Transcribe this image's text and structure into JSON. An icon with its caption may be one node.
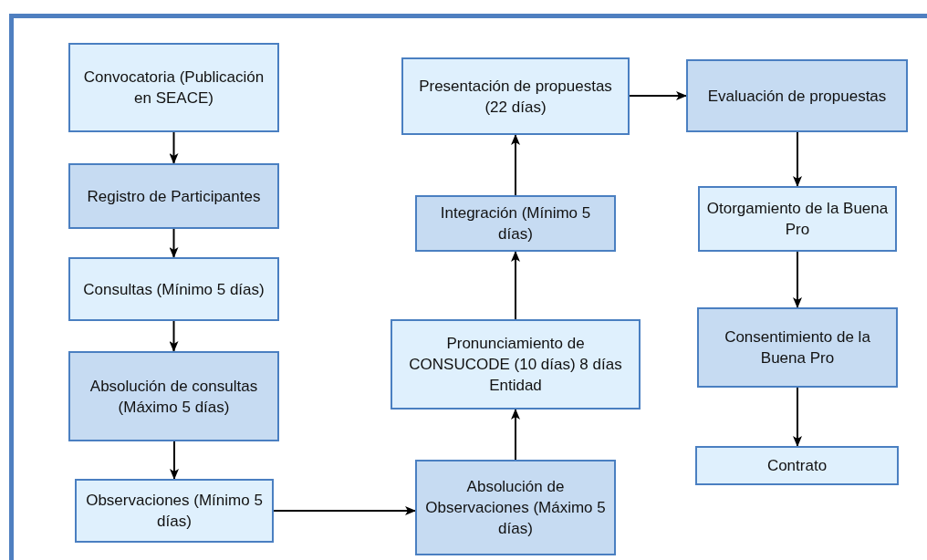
{
  "diagram": {
    "nodes": [
      {
        "text": [
          "Convocatoria (Publicación en SEACE)"
        ]
      },
      {
        "text": [
          "Registro de Participantes"
        ]
      },
      {
        "text": [
          "Consultas (Mínimo 5 días)"
        ]
      },
      {
        "text": [
          "Absolución de consultas (Máximo 5 días)"
        ]
      },
      {
        "text": [
          "Observaciones (Mínimo 5 días)"
        ]
      },
      {
        "text": [
          "Absolución de Observaciones (Máximo 5 días)"
        ]
      },
      {
        "text": [
          "Pronunciamiento de CONSUCODE (10 días) 8 días Entidad"
        ]
      },
      {
        "text": [
          "Integración (Mínimo 5 días)"
        ]
      },
      {
        "text": [
          "Presentación de propuestas (22 días)"
        ]
      },
      {
        "text": [
          "Evaluación de propuestas"
        ]
      },
      {
        "text": [
          "Otorgamiento de la Buena Pro"
        ]
      },
      {
        "text": [
          "Consentimiento de la Buena Pro"
        ]
      },
      {
        "text": [
          "Contrato"
        ]
      }
    ],
    "edges": [
      {
        "from": 0,
        "to": 1,
        "arrow": "to"
      },
      {
        "from": 1,
        "to": 2,
        "arrow": "to"
      },
      {
        "from": 2,
        "to": 3,
        "arrow": "to"
      },
      {
        "from": 3,
        "to": 4,
        "arrow": "to"
      },
      {
        "from": 4,
        "to": 5,
        "arrow": "to"
      },
      {
        "from": 5,
        "to": 6,
        "arrow": "to"
      },
      {
        "from": 6,
        "to": 7,
        "arrow": "to"
      },
      {
        "from": 7,
        "to": 8,
        "arrow": "to"
      },
      {
        "from": 8,
        "to": 9,
        "arrow": "to"
      },
      {
        "from": 9,
        "to": 10,
        "arrow": "to"
      },
      {
        "from": 10,
        "to": 11,
        "arrow": "to"
      },
      {
        "from": 11,
        "to": 12,
        "arrow": "to"
      }
    ]
  }
}
